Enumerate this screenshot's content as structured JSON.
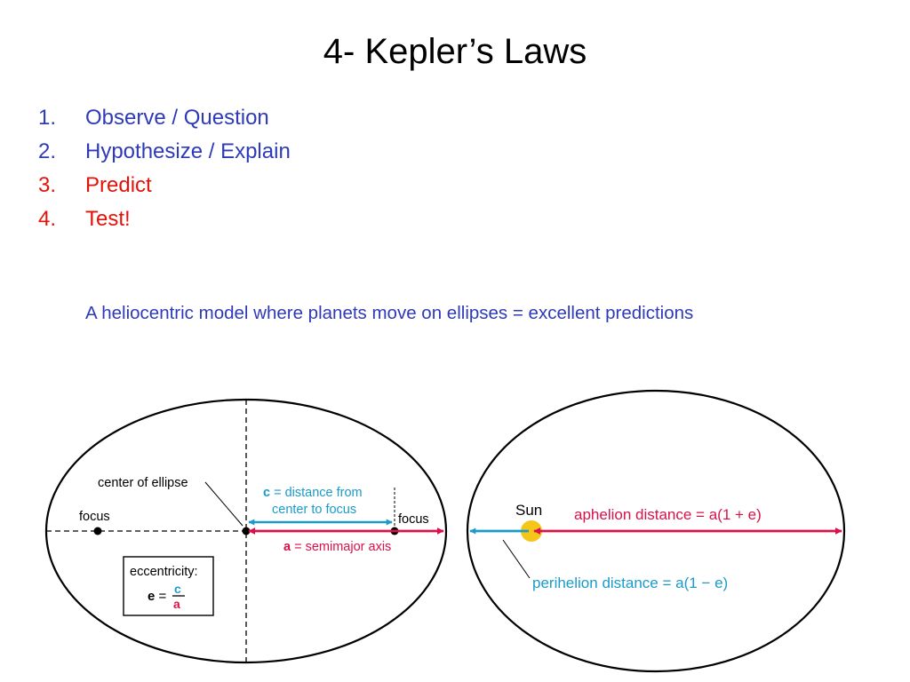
{
  "slide": {
    "title": "4- Kepler’s Laws",
    "steps": [
      {
        "num": "1.",
        "label": "Observe  / Question",
        "color": "#2e3ab8"
      },
      {
        "num": "2.",
        "label": "Hypothesize / Explain",
        "color": "#2e3ab8"
      },
      {
        "num": "3.",
        "label": "Predict",
        "color": "#e3120b"
      },
      {
        "num": "4.",
        "label": "Test!",
        "color": "#e3120b"
      }
    ],
    "note": "A heliocentric model where planets move on ellipses = excellent predictions",
    "note_color": "#2e3ab8"
  },
  "left_diagram": {
    "center_label": "center of ellipse",
    "focus_left_label": "focus",
    "focus_right_label": "focus",
    "c_symbol": "c",
    "c_text_line1": " = distance from",
    "c_text_line2": "center to focus",
    "a_symbol": "a",
    "a_text": " = semimajor axis",
    "ecc_label": "eccentricity:",
    "ecc_symbol": "e",
    "ecc_equals": " =",
    "ecc_numerator": "c",
    "ecc_denominator": "a"
  },
  "right_diagram": {
    "sun_label": "Sun",
    "aphelion_label": "aphelion distance = a(1 + e)",
    "perihelion_label": "perihelion distance = a(1 − e)"
  },
  "colors": {
    "cyan": "#1a9bc8",
    "red": "#d8124a",
    "sun": "#f5c518",
    "ink": "#000000"
  }
}
